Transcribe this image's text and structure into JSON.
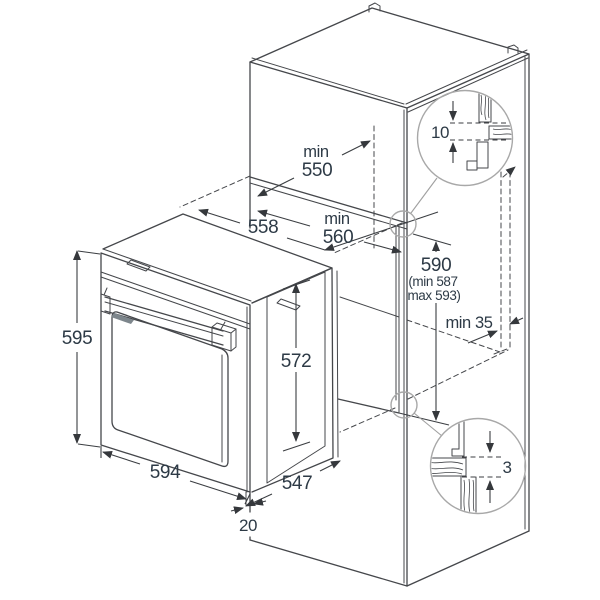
{
  "diagram": {
    "labels": {
      "oven_height": "595",
      "oven_width": "594",
      "oven_depth": "547",
      "door_gap": "20",
      "body_height": "572",
      "body_width": "558",
      "niche_width_prefix": "min",
      "niche_width": "560",
      "niche_depth_prefix": "min",
      "niche_depth": "550",
      "niche_height": "590",
      "niche_height_note1": "(min 587",
      "niche_height_note2": "max 593)",
      "rear_gap": "min 35",
      "top_clearance": "10",
      "bottom_clearance": "3"
    }
  }
}
